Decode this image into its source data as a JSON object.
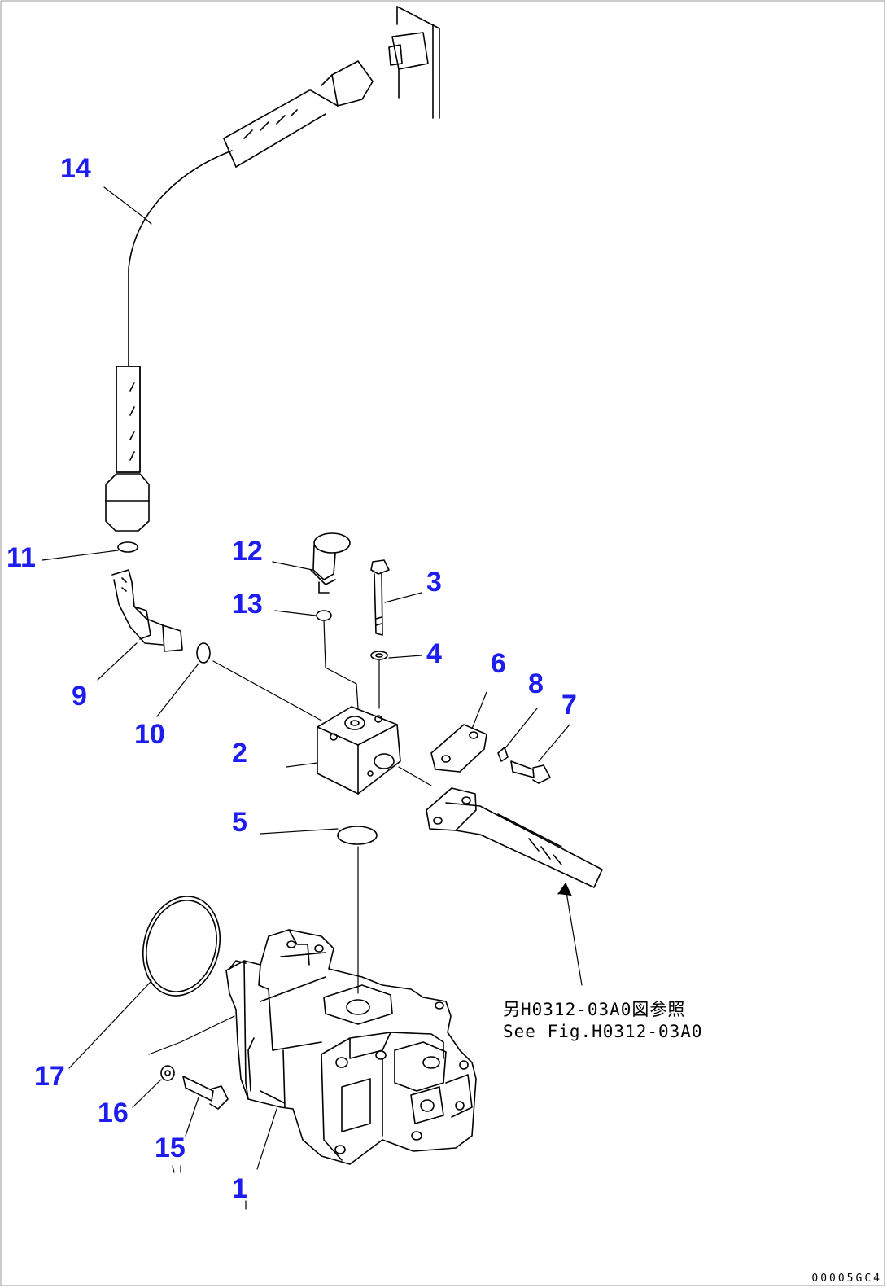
{
  "callouts": {
    "c1": "1",
    "c2": "2",
    "c3": "3",
    "c4": "4",
    "c5": "5",
    "c6": "6",
    "c7": "7",
    "c8": "8",
    "c9": "9",
    "c10": "10",
    "c11": "11",
    "c12": "12",
    "c13": "13",
    "c14": "14",
    "c15": "15",
    "c16": "16",
    "c17": "17"
  },
  "reference_note": {
    "line1": "另H0312-03A0図参照",
    "line2": "See Fig.H0312-03A0"
  },
  "figure_code": "00005GC4",
  "colors": {
    "callout": "#1d1df0",
    "line": "#000000"
  }
}
